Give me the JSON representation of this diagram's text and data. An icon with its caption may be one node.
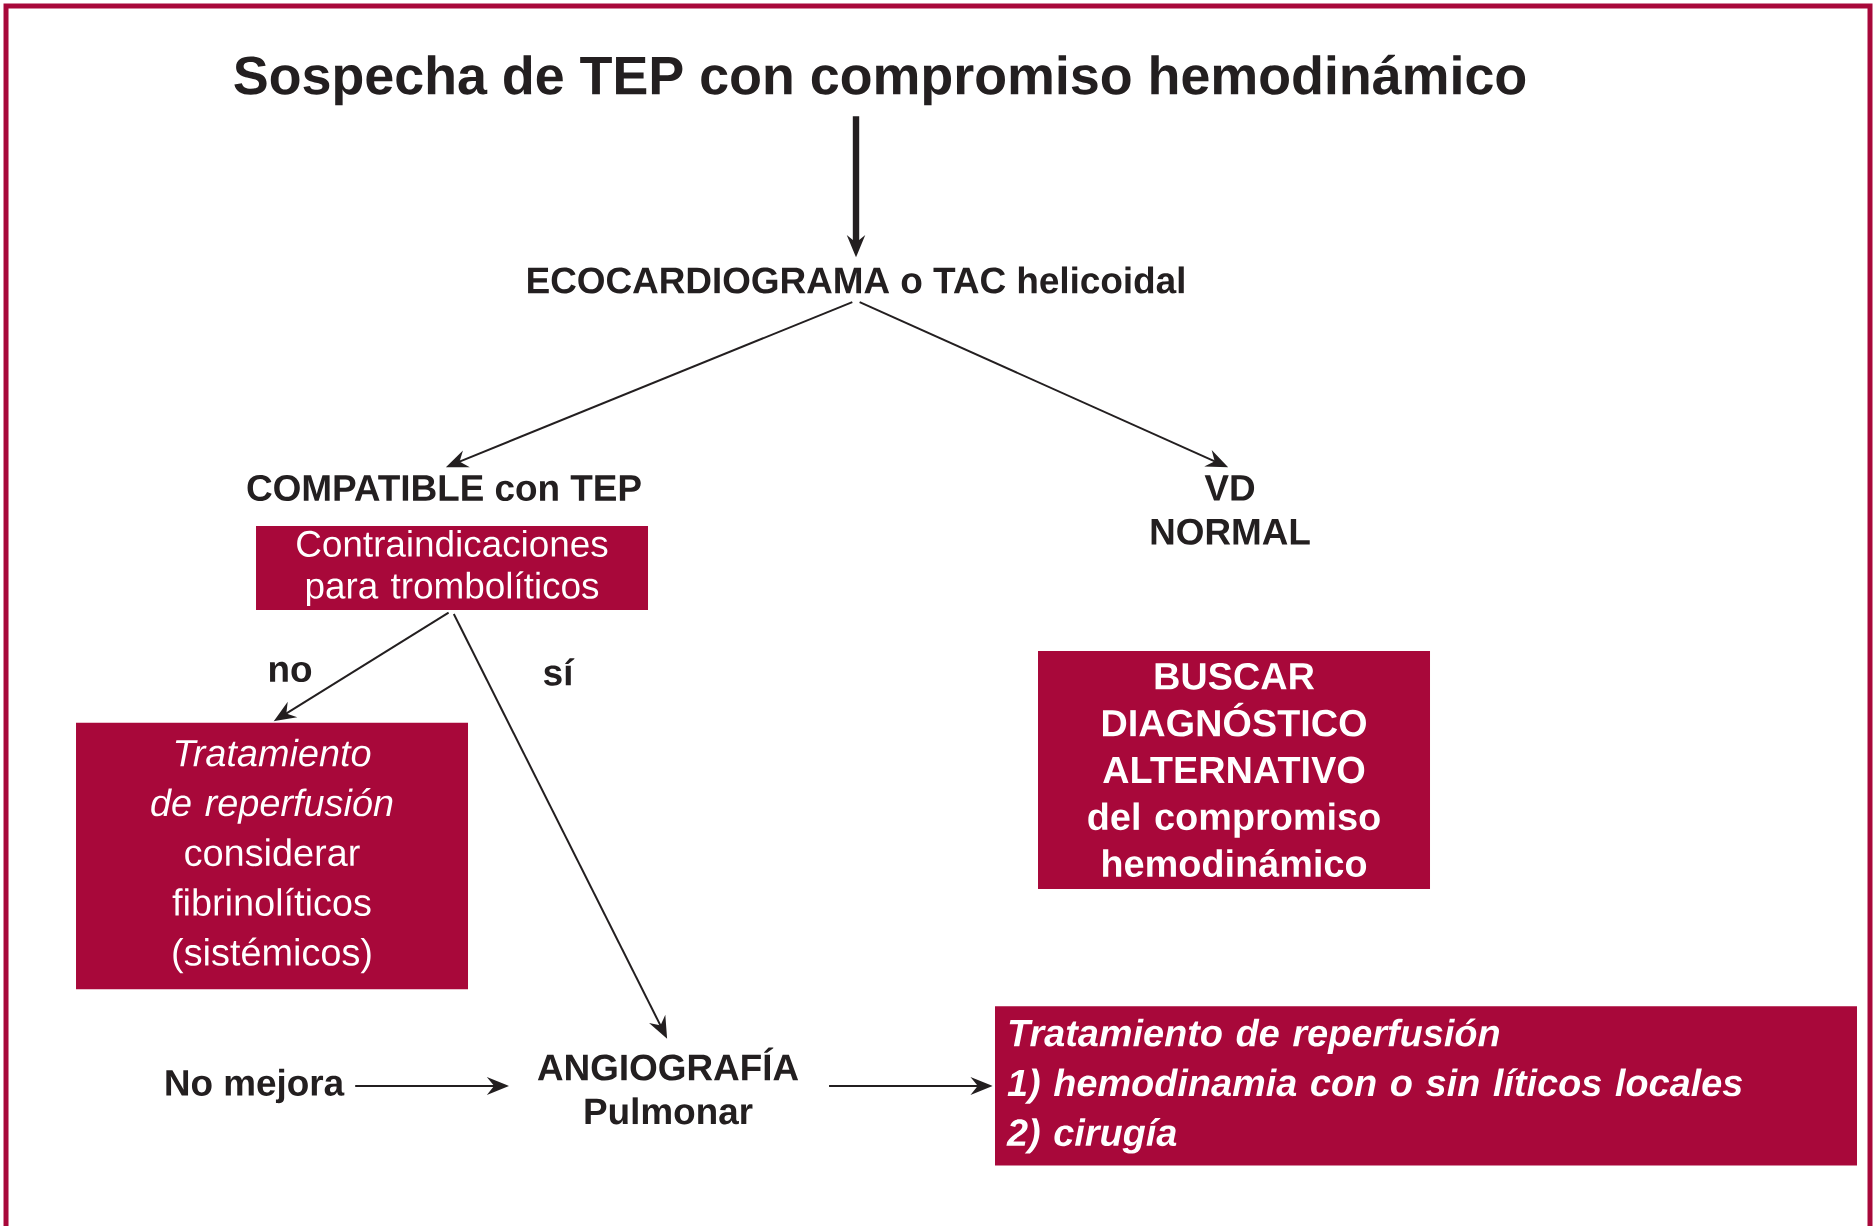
{
  "diagram": {
    "nodes": [
      {
        "text": [
          "Sospecha de TEP con compromiso hemodinámico"
        ]
      },
      {
        "text": [
          "ECOCARDIOGRAMA o TAC helicoidal"
        ]
      },
      {
        "text": [
          "COMPATIBLE con TEP"
        ]
      },
      {
        "text": [
          "Contraindicaciones para trombolíticos"
        ]
      },
      {
        "text": [
          "VD NORMAL"
        ]
      },
      {
        "text": [
          "BUSCAR DIAGNÓSTICO ALTERNATIVO del compromiso hemodinámico"
        ]
      },
      {
        "text": [
          "*Tratamiento de reperfusión* considerar fibrinolíticos (sistémicos)"
        ]
      },
      {
        "text": [
          "No mejora"
        ]
      },
      {
        "text": [
          "ANGIOGRAFÍA Pulmonar"
        ]
      },
      {
        "text": [
          "Tratamiento de reperfusión",
          "1) hemodinamia con o sin líticos locales",
          "2) cirugía"
        ]
      }
    ],
    "edges": [
      {
        "from": 0,
        "to": 1,
        "arrow": "to",
        "style": "thick"
      },
      {
        "from": 1,
        "to": 2,
        "arrow": "to"
      },
      {
        "from": 1,
        "to": 4,
        "arrow": "to"
      },
      {
        "from": 3,
        "to": 6,
        "arrow": "to",
        "label": "no"
      },
      {
        "from": 3,
        "to": 8,
        "arrow": "to",
        "label": "sí"
      },
      {
        "from": 7,
        "to": 8,
        "arrow": "to"
      },
      {
        "from": 8,
        "to": 9,
        "arrow": "to"
      }
    ]
  }
}
